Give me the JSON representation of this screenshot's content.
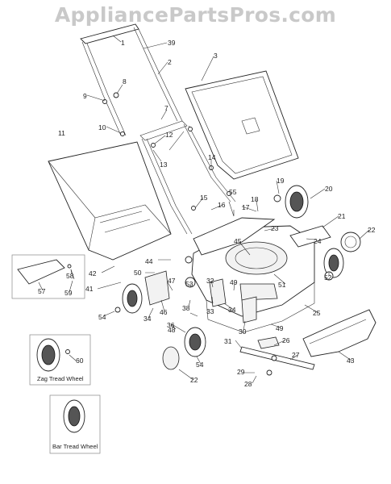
{
  "watermark": "AppliancePartsPros.com",
  "callouts": [
    {
      "id": "c1",
      "text": "1"
    },
    {
      "id": "c39",
      "text": "39"
    },
    {
      "id": "c2",
      "text": "2"
    },
    {
      "id": "c3",
      "text": "3"
    },
    {
      "id": "c8",
      "text": "8"
    },
    {
      "id": "c9",
      "text": "9"
    },
    {
      "id": "c7",
      "text": "7"
    },
    {
      "id": "c10",
      "text": "10"
    },
    {
      "id": "c12",
      "text": "12"
    },
    {
      "id": "c13",
      "text": "13"
    },
    {
      "id": "c11",
      "text": "11"
    },
    {
      "id": "c14",
      "text": "14"
    },
    {
      "id": "c19",
      "text": "19"
    },
    {
      "id": "c20",
      "text": "20"
    },
    {
      "id": "c15",
      "text": "15"
    },
    {
      "id": "c55",
      "text": "55"
    },
    {
      "id": "c16",
      "text": "16"
    },
    {
      "id": "c18",
      "text": "18"
    },
    {
      "id": "c17",
      "text": "17"
    },
    {
      "id": "c21",
      "text": "21"
    },
    {
      "id": "c23",
      "text": "23"
    },
    {
      "id": "c22",
      "text": "22"
    },
    {
      "id": "c24",
      "text": "24"
    },
    {
      "id": "c45",
      "text": "45"
    },
    {
      "id": "c42",
      "text": "42"
    },
    {
      "id": "c44",
      "text": "44"
    },
    {
      "id": "c58",
      "text": "58"
    },
    {
      "id": "c57",
      "text": "57"
    },
    {
      "id": "c59",
      "text": "59"
    },
    {
      "id": "c50",
      "text": "50"
    },
    {
      "id": "c41",
      "text": "41"
    },
    {
      "id": "c53",
      "text": "53"
    },
    {
      "id": "c51",
      "text": "51"
    },
    {
      "id": "c52",
      "text": "52"
    },
    {
      "id": "c47",
      "text": "47"
    },
    {
      "id": "c49a",
      "text": "49"
    },
    {
      "id": "c32",
      "text": "32"
    },
    {
      "id": "c46",
      "text": "46"
    },
    {
      "id": "c38",
      "text": "38"
    },
    {
      "id": "c33",
      "text": "33"
    },
    {
      "id": "c34a",
      "text": "34"
    },
    {
      "id": "c34b",
      "text": "34"
    },
    {
      "id": "c54a",
      "text": "54"
    },
    {
      "id": "c48",
      "text": "48"
    },
    {
      "id": "c25",
      "text": "25"
    },
    {
      "id": "c36",
      "text": "36"
    },
    {
      "id": "c30",
      "text": "30"
    },
    {
      "id": "c49b",
      "text": "49"
    },
    {
      "id": "c26",
      "text": "26"
    },
    {
      "id": "c31",
      "text": "31"
    },
    {
      "id": "c27",
      "text": "27"
    },
    {
      "id": "c60",
      "text": "60"
    },
    {
      "id": "c54b",
      "text": "54"
    },
    {
      "id": "c43",
      "text": "43"
    },
    {
      "id": "c29",
      "text": "29"
    },
    {
      "id": "c22b",
      "text": "22"
    },
    {
      "id": "c28",
      "text": "28"
    }
  ],
  "captions": {
    "zag": "Zag Tread Wheel",
    "bar": "Bar Tread Wheel"
  }
}
